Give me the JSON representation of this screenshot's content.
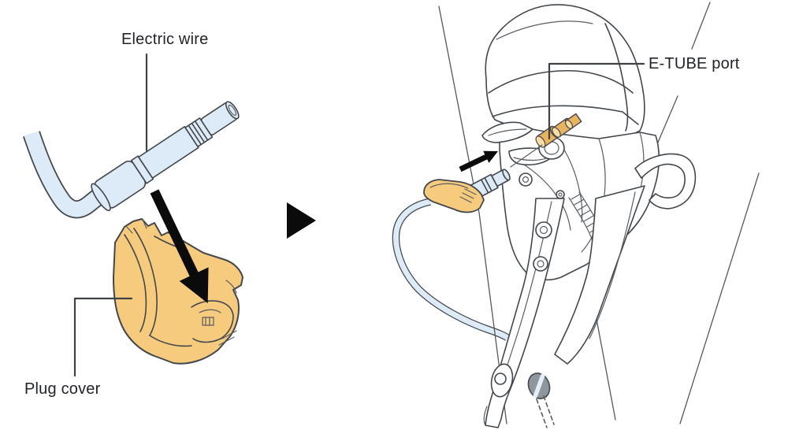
{
  "figure": {
    "title_hint": "E-TUBE wire and plug cover installation diagram",
    "labels": {
      "electric_wire": "Electric wire",
      "plug_cover": "Plug cover",
      "etube_port": "E-TUBE port"
    },
    "colors": {
      "background": "#ffffff",
      "outline": "#43474c",
      "frame_line": "#55585d",
      "wire_fill": "#dcebf7",
      "cover_fill": "#f6cb7d",
      "gold_fill": "#e9b45f",
      "gold_highlight": "#f8dca4",
      "screw_fill": "#8e979e",
      "arrow": "#0b0b0c",
      "text": "#22242a",
      "leader": "#3f4246"
    }
  }
}
